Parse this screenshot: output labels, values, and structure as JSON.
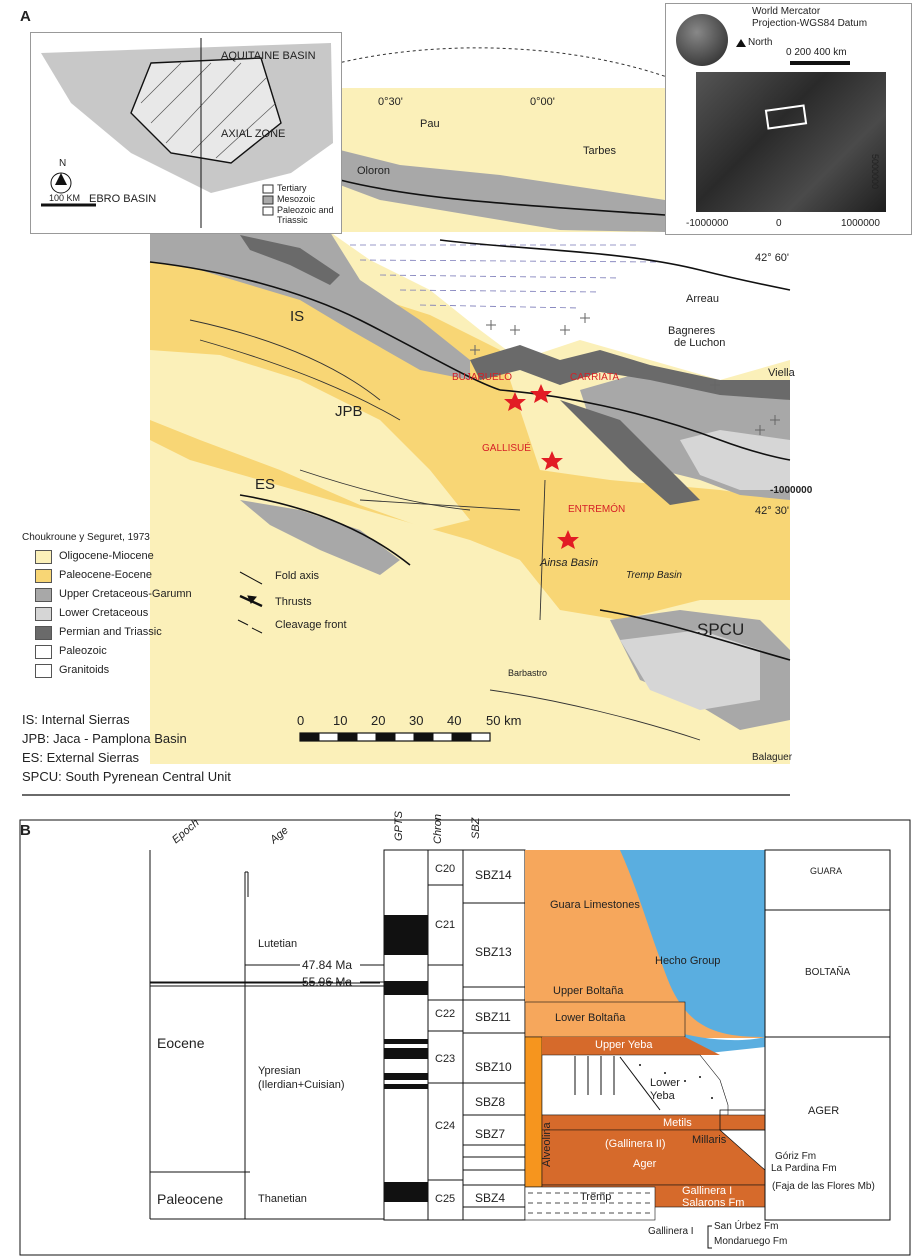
{
  "panel_a": {
    "label": "A",
    "inset_box": {
      "aquitaine": "AQUITAINE BASIN",
      "axial": "AXIAL ZONE",
      "ebro": "EBRO BASIN",
      "north": "N",
      "scale": "100 KM",
      "legend": [
        "Tertiary",
        "Mesozoic",
        "Paleozoic and",
        "Triassic"
      ]
    },
    "world": {
      "title1": "World Mercator",
      "title2": "Projection-WGS84 Datum",
      "north": "North",
      "scale": "0  200 400 km",
      "y5000": "5000000",
      "x1": "-1000000",
      "x2": "0",
      "x3": "1000000"
    },
    "coords": {
      "lon1": "0°30'",
      "lon2": "0°00'",
      "lat1": "42° 60'",
      "lat2": "42° 30'",
      "easting": "-1000000"
    },
    "towns": {
      "pau": "Pau",
      "tarbes": "Tarbes",
      "oloron": "Oloron",
      "arreau": "Arreau",
      "bagneres1": "Bagneres",
      "bagneres2": "de Luchon",
      "viella": "Viella",
      "barbastro": "Barbastro",
      "balaguer": "Balaguer"
    },
    "units": {
      "is": "IS",
      "jpb": "JPB",
      "es": "ES",
      "spcu": "SPCU",
      "ainsa": "Ainsa Basin",
      "tremp": "Tremp Basin"
    },
    "sites": {
      "bujaruelo": "BUJARUELO",
      "carriata": "CARRIATA",
      "gallisue": "GALLISUÉ",
      "entremon": "ENTREMÓN"
    },
    "legend": {
      "source": "Choukroune y Seguret, 1973",
      "items": [
        {
          "label": "Oligocene-Miocene",
          "color": "#fbf0b9"
        },
        {
          "label": "Paleocene-Eocene",
          "color": "#f8d675"
        },
        {
          "label": "Upper Cretaceous-Garumn",
          "color": "#a8a8a8"
        },
        {
          "label": "Lower Cretaceous",
          "color": "#d6d6d6"
        },
        {
          "label": "Permian and Triassic",
          "color": "#6a6a6a"
        },
        {
          "label": "Paleozoic",
          "color": "#ffffff"
        },
        {
          "label": "Granitoids",
          "color": "#ffffff"
        }
      ],
      "symbols": [
        "Fold axis",
        "Thrusts",
        "Cleavage front"
      ]
    },
    "scalebar": {
      "ticks": [
        "0",
        "10",
        "20",
        "30",
        "40",
        "50 km"
      ]
    },
    "abbrev": [
      "IS: Internal Sierras",
      "JPB: Jaca - Pamplona Basin",
      "ES: External Sierras",
      "SPCU: South Pyrenean Central Unit"
    ]
  },
  "panel_b": {
    "label": "B",
    "headers": {
      "epoch": "Epoch",
      "age": "Age",
      "gpts": "GPTS",
      "chron": "Chron",
      "sbz": "SBZ"
    },
    "epochs": {
      "eocene": "Eocene",
      "paleocene": "Paleocene"
    },
    "ages": {
      "lutetian": "Lutetian",
      "ypresian1": "Ypresian",
      "ypresian2": "(Ilerdian+Cuisian)",
      "thanetian": "Thanetian"
    },
    "ma": [
      "47.84 Ma",
      "55.96 Ma"
    ],
    "chrons": [
      "C20",
      "C21",
      "C22",
      "C23",
      "C24",
      "C25"
    ],
    "sbz": [
      "SBZ14",
      "SBZ13",
      "SBZ11",
      "SBZ10",
      "SBZ8",
      "SBZ7",
      "SBZ4"
    ],
    "units": {
      "guara_lst": "Guara Limestones",
      "hecho": "Hecho Group",
      "upper_boltana": "Upper Boltaña",
      "lower_boltana": "Lower Boltaña",
      "upper_yeba": "Upper Yeba",
      "lower_yeba1": "Lower",
      "lower_yeba2": "Yeba",
      "metils": "Metils",
      "millaris": "Millaris",
      "gallinera2": "(Gallinera II)",
      "ager": "Ager",
      "alveolina": "Alveolina",
      "gallinera1": "Gallinera I",
      "salarons": "Salarons Fm",
      "tremp": "Tremp"
    },
    "right_col": {
      "guara": "GUARA",
      "boltana": "BOLTAÑA",
      "ager": "AGER"
    },
    "fms": {
      "goriz": "Góriz Fm",
      "pardina": "La Pardina Fm",
      "faja": "(Faja de las Flores Mb)",
      "gall1": "Gallinera I",
      "urbez": "San Úrbez Fm",
      "mond": "Mondaruego Fm"
    }
  }
}
